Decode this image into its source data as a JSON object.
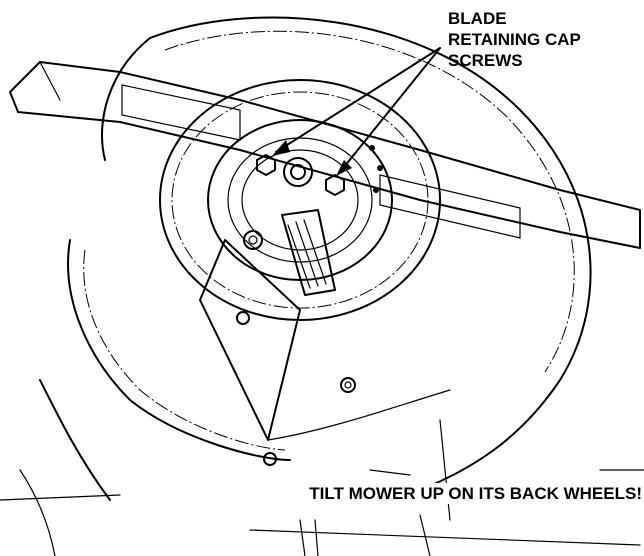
{
  "callout": {
    "lines": [
      "BLADE",
      "RETAINING CAP",
      "SCREWS"
    ]
  },
  "warning": "TILT MOWER UP ON ITS BACK WHEELS!"
}
